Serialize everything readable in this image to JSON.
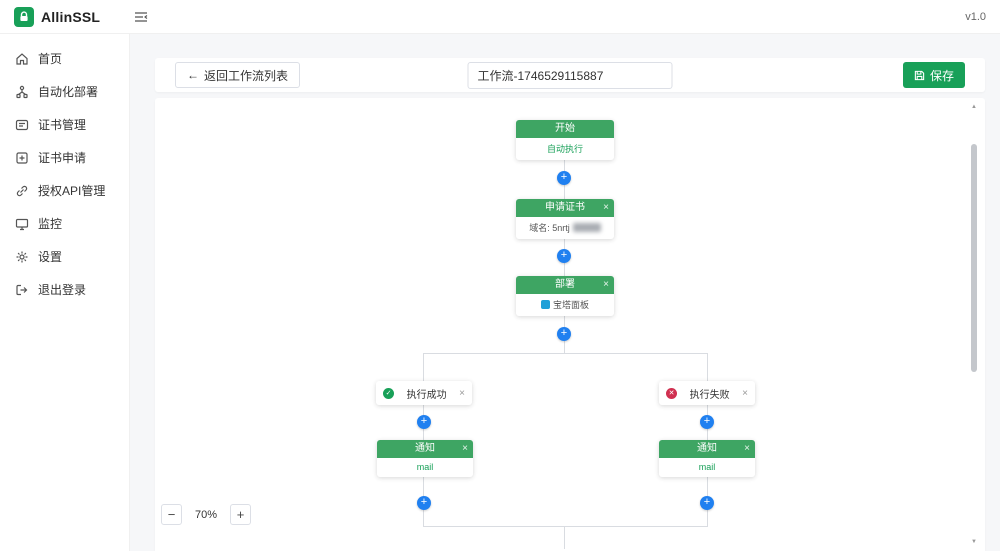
{
  "app": {
    "name": "AllinSSL",
    "version": "v1.0"
  },
  "colors": {
    "brand_green": "#18a058",
    "node_header_green": "#3ea563",
    "plus_blue": "#2080f0",
    "success": "#18a058",
    "error": "#d03050"
  },
  "icons": {
    "back": "←",
    "plus": "+",
    "minus": "−",
    "close": "×",
    "check": "✓",
    "cross": "✕",
    "scroll_up": "▲",
    "scroll_down": "▼"
  },
  "sidebar": {
    "items": [
      {
        "label": "首页",
        "icon": "home-icon"
      },
      {
        "label": "自动化部署",
        "icon": "deploy-icon"
      },
      {
        "label": "证书管理",
        "icon": "certificate-icon"
      },
      {
        "label": "证书申请",
        "icon": "apply-icon"
      },
      {
        "label": "授权API管理",
        "icon": "api-icon"
      },
      {
        "label": "监控",
        "icon": "monitor-icon"
      },
      {
        "label": "设置",
        "icon": "settings-icon"
      },
      {
        "label": "退出登录",
        "icon": "logout-icon"
      }
    ]
  },
  "toolbar": {
    "back_label": "返回工作流列表",
    "workflow_name": "工作流-1746529115887",
    "save_label": "保存"
  },
  "canvas": {
    "nodes": {
      "start": {
        "title": "开始",
        "body": "自动执行"
      },
      "apply_cert": {
        "title": "申请证书",
        "body": "域名: 5nrtj"
      },
      "deploy": {
        "title": "部署",
        "body": "宝塔面板"
      },
      "branch_success": {
        "label": "执行成功"
      },
      "branch_failure": {
        "label": "执行失败"
      },
      "notify_success": {
        "title": "通知",
        "body": "mail"
      },
      "notify_failure": {
        "title": "通知",
        "body": "mail"
      }
    },
    "zoom_level": "70%"
  }
}
